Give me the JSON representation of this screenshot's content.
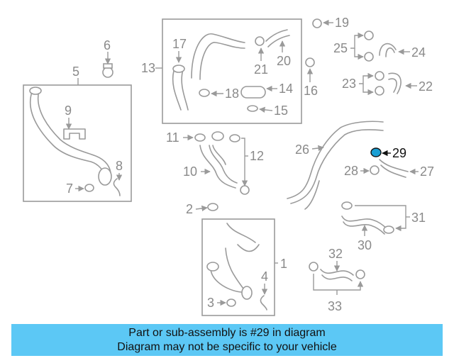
{
  "labels": {
    "l1": "1",
    "l2": "2",
    "l3": "3",
    "l4": "4",
    "l5": "5",
    "l6": "6",
    "l7": "7",
    "l8": "8",
    "l9": "9",
    "l10": "10",
    "l11": "11",
    "l12": "12",
    "l13": "13",
    "l14": "14",
    "l15": "15",
    "l16": "16",
    "l17": "17",
    "l18": "18",
    "l19": "19",
    "l20": "20",
    "l21": "21",
    "l22": "22",
    "l23": "23",
    "l24": "24",
    "l25": "25",
    "l26": "26",
    "l27": "27",
    "l28": "28",
    "l29": "29",
    "l30": "30",
    "l31": "31",
    "l32": "32",
    "l33": "33"
  },
  "highlight": {
    "part_number": "29",
    "color": "#1a9fd4"
  },
  "banner": {
    "line1": "Part or sub-assembly is #29 in diagram",
    "line2": "Diagram may not be specific to your vehicle",
    "background": "#5cc8f5"
  }
}
